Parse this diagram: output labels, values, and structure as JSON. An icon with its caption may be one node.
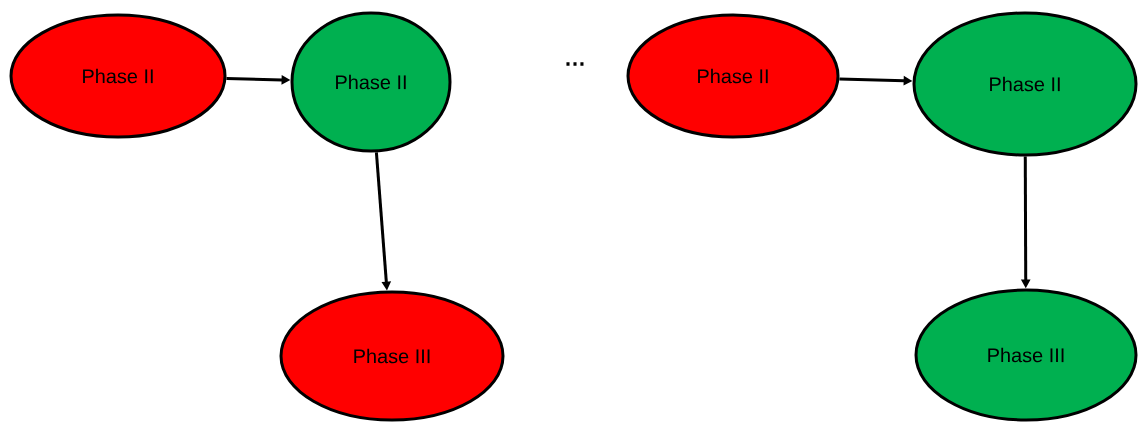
{
  "diagram": {
    "nodes": [
      {
        "text": [
          "Phase II"
        ]
      },
      {
        "text": [
          "Phase II"
        ]
      },
      {
        "text": [
          "Phase III"
        ]
      },
      {
        "text": [
          "Phase II"
        ]
      },
      {
        "text": [
          "Phase II"
        ]
      },
      {
        "text": [
          "Phase III"
        ]
      }
    ],
    "edges": [
      {
        "from": 0,
        "to": 1,
        "arrow": "to"
      },
      {
        "from": 1,
        "to": 2,
        "arrow": "to"
      },
      {
        "from": 3,
        "to": 4,
        "arrow": "to"
      },
      {
        "from": 4,
        "to": 5,
        "arrow": "to"
      }
    ],
    "labels": [
      "…"
    ]
  }
}
